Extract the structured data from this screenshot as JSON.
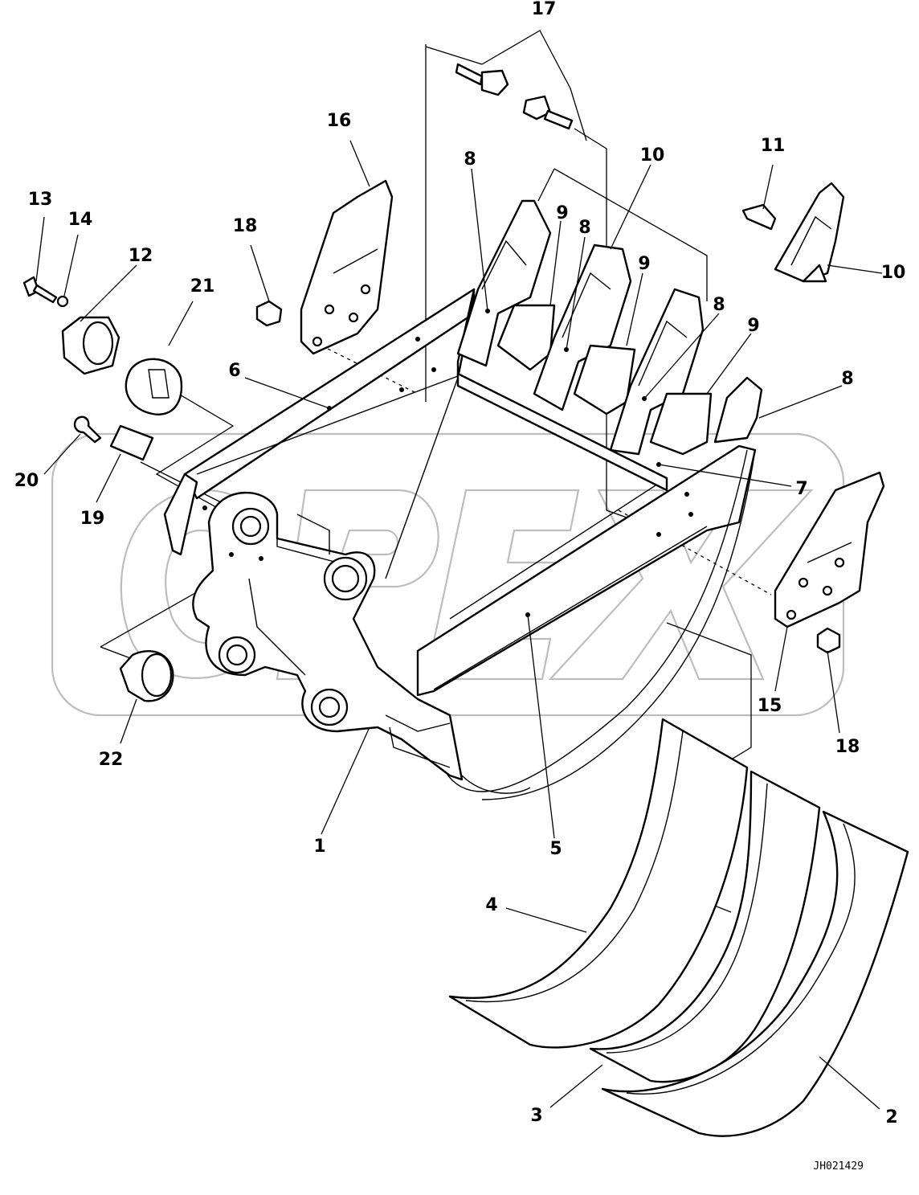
{
  "watermark": "OPEX",
  "drawing_ref": "JH021429",
  "callouts": [
    {
      "id": "c1",
      "text": "1"
    },
    {
      "id": "c2",
      "text": "2"
    },
    {
      "id": "c3",
      "text": "3"
    },
    {
      "id": "c4",
      "text": "4"
    },
    {
      "id": "c5",
      "text": "5"
    },
    {
      "id": "c6",
      "text": "6"
    },
    {
      "id": "c7",
      "text": "7"
    },
    {
      "id": "c8a",
      "text": "8"
    },
    {
      "id": "c8b",
      "text": "8"
    },
    {
      "id": "c8c",
      "text": "8"
    },
    {
      "id": "c8d",
      "text": "8"
    },
    {
      "id": "c9a",
      "text": "9"
    },
    {
      "id": "c9b",
      "text": "9"
    },
    {
      "id": "c9c",
      "text": "9"
    },
    {
      "id": "c10a",
      "text": "10"
    },
    {
      "id": "c10b",
      "text": "10"
    },
    {
      "id": "c11",
      "text": "11"
    },
    {
      "id": "c12",
      "text": "12"
    },
    {
      "id": "c13",
      "text": "13"
    },
    {
      "id": "c14",
      "text": "14"
    },
    {
      "id": "c15",
      "text": "15"
    },
    {
      "id": "c16",
      "text": "16"
    },
    {
      "id": "c17",
      "text": "17"
    },
    {
      "id": "c18a",
      "text": "18"
    },
    {
      "id": "c18b",
      "text": "18"
    },
    {
      "id": "c19",
      "text": "19"
    },
    {
      "id": "c20",
      "text": "20"
    },
    {
      "id": "c21",
      "text": "21"
    },
    {
      "id": "c22",
      "text": "22"
    }
  ]
}
